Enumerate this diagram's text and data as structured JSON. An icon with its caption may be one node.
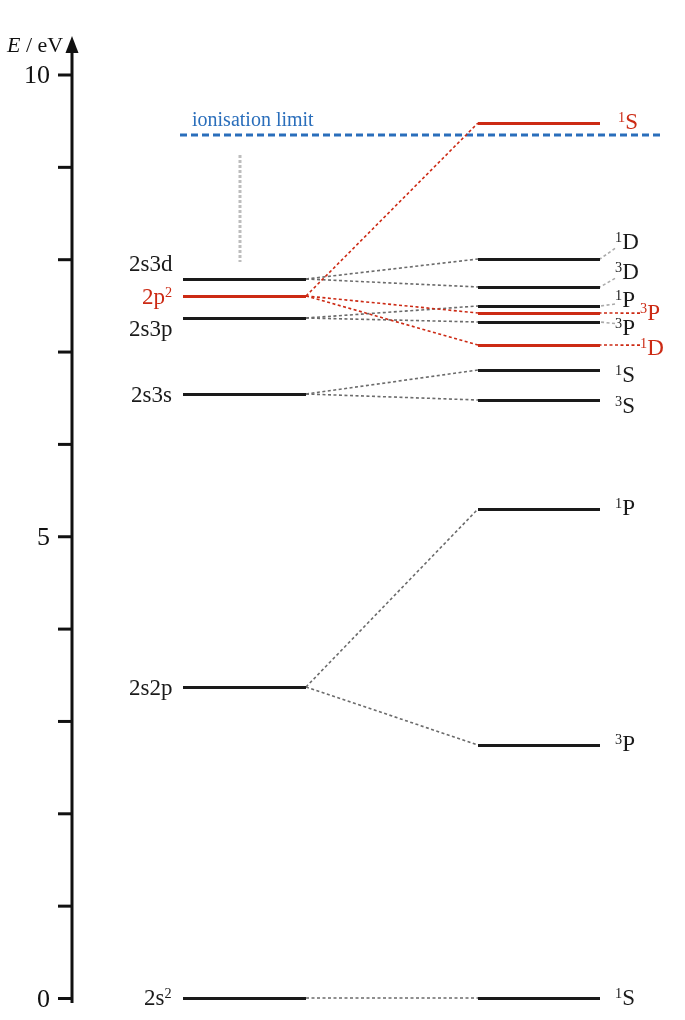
{
  "diagram": {
    "nodes": [
      {
        "text": [
          "2s3d"
        ]
      },
      {
        "text": [
          "2p$^{2}$"
        ]
      },
      {
        "text": [
          "2s3p"
        ]
      },
      {
        "text": [
          "2s3s"
        ]
      },
      {
        "text": [
          "2s2p"
        ]
      },
      {
        "text": [
          "2s$^{2}$"
        ]
      },
      {
        "text": [
          "$^{1}$S"
        ]
      },
      {
        "text": [],
        "shape": "bar"
      },
      {
        "text": [
          "$^{1}$D"
        ]
      },
      {
        "text": [],
        "shape": "bar"
      },
      {
        "text": [
          "$^{3}$D"
        ]
      },
      {
        "text": [],
        "shape": "bar"
      },
      {
        "text": [
          "$^{1}$P"
        ]
      },
      {
        "text": [],
        "shape": "bar"
      },
      {
        "text": [
          "$^{3}$P"
        ]
      },
      {
        "text": [],
        "shape": "bar"
      },
      {
        "text": [
          "$^{3}$P"
        ]
      },
      {
        "text": [],
        "shape": "bar"
      },
      {
        "text": [
          "$^{1}$D"
        ]
      },
      {
        "text": [
          "$^{1}$S"
        ]
      },
      {
        "text": [
          "$^{3}$S"
        ]
      },
      {
        "text": [
          "$^{1}$P"
        ]
      },
      {
        "text": [
          "$^{3}$P"
        ]
      },
      {
        "text": [
          "$^{1}$S"
        ]
      }
    ],
    "edges": [
      {
        "from": 5,
        "to": 23,
        "arrow": "none",
        "style": "dashed"
      },
      {
        "from": 4,
        "to": 21,
        "arrow": "none",
        "style": "dashed"
      },
      {
        "from": 4,
        "to": 22,
        "arrow": "none",
        "style": "dashed"
      },
      {
        "from": 3,
        "to": 19,
        "arrow": "none",
        "style": "dashed"
      },
      {
        "from": 3,
        "to": 20,
        "arrow": "none",
        "style": "dashed"
      },
      {
        "from": 2,
        "to": 11,
        "arrow": "none",
        "style": "dashed"
      },
      {
        "from": 2,
        "to": 15,
        "arrow": "none",
        "style": "dashed"
      },
      {
        "from": 0,
        "to": 7,
        "arrow": "none",
        "style": "dashed"
      },
      {
        "from": 0,
        "to": 9,
        "arrow": "none",
        "style": "dashed"
      },
      {
        "from": 1,
        "to": 6,
        "arrow": "none",
        "style": "dashed",
        "color": "#cc2a14"
      },
      {
        "from": 1,
        "to": 13,
        "arrow": "none",
        "style": "dashed",
        "color": "#cc2a14"
      },
      {
        "from": 1,
        "to": 17,
        "arrow": "none",
        "style": "dashed",
        "color": "#cc2a14"
      },
      {
        "from": 8,
        "to": 7,
        "arrow": "none",
        "style": "dashed",
        "color": "#aaaaaa"
      },
      {
        "from": 10,
        "to": 9,
        "arrow": "none",
        "style": "dashed",
        "color": "#aaaaaa"
      },
      {
        "from": 12,
        "to": 11,
        "arrow": "none",
        "style": "dashed",
        "color": "#aaaaaa"
      },
      {
        "from": 14,
        "to": 13,
        "arrow": "none",
        "style": "dashed",
        "color": "#cc2a14"
      },
      {
        "from": 16,
        "to": 15,
        "arrow": "none",
        "style": "dashed",
        "color": "#aaaaaa"
      },
      {
        "from": 18,
        "to": 17,
        "arrow": "none",
        "style": "dashed",
        "color": "#cc2a14"
      }
    ],
    "labels": [
      "*E* / eV",
      "10",
      "ionisation limit",
      "5",
      "0"
    ]
  }
}
